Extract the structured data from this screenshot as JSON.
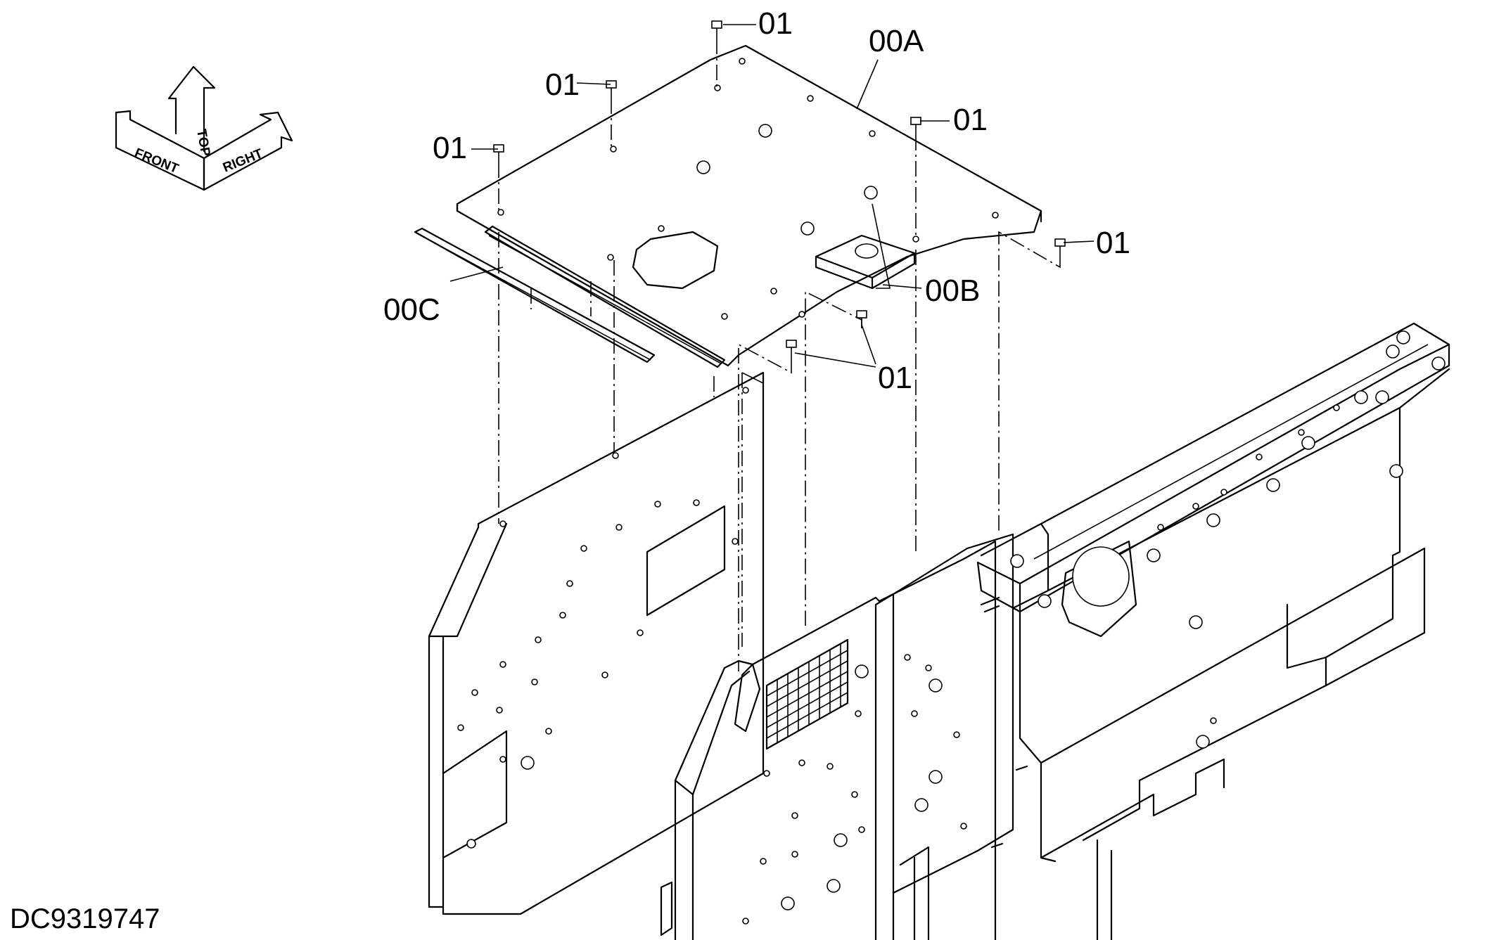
{
  "doc_id": "DC9319747",
  "orientation": {
    "front": "FRONT",
    "top": "TOP",
    "right": "RIGHT"
  },
  "callouts": {
    "part_00A": "00A",
    "part_00B": "00B",
    "part_00C": "00C",
    "part_01": "01"
  }
}
